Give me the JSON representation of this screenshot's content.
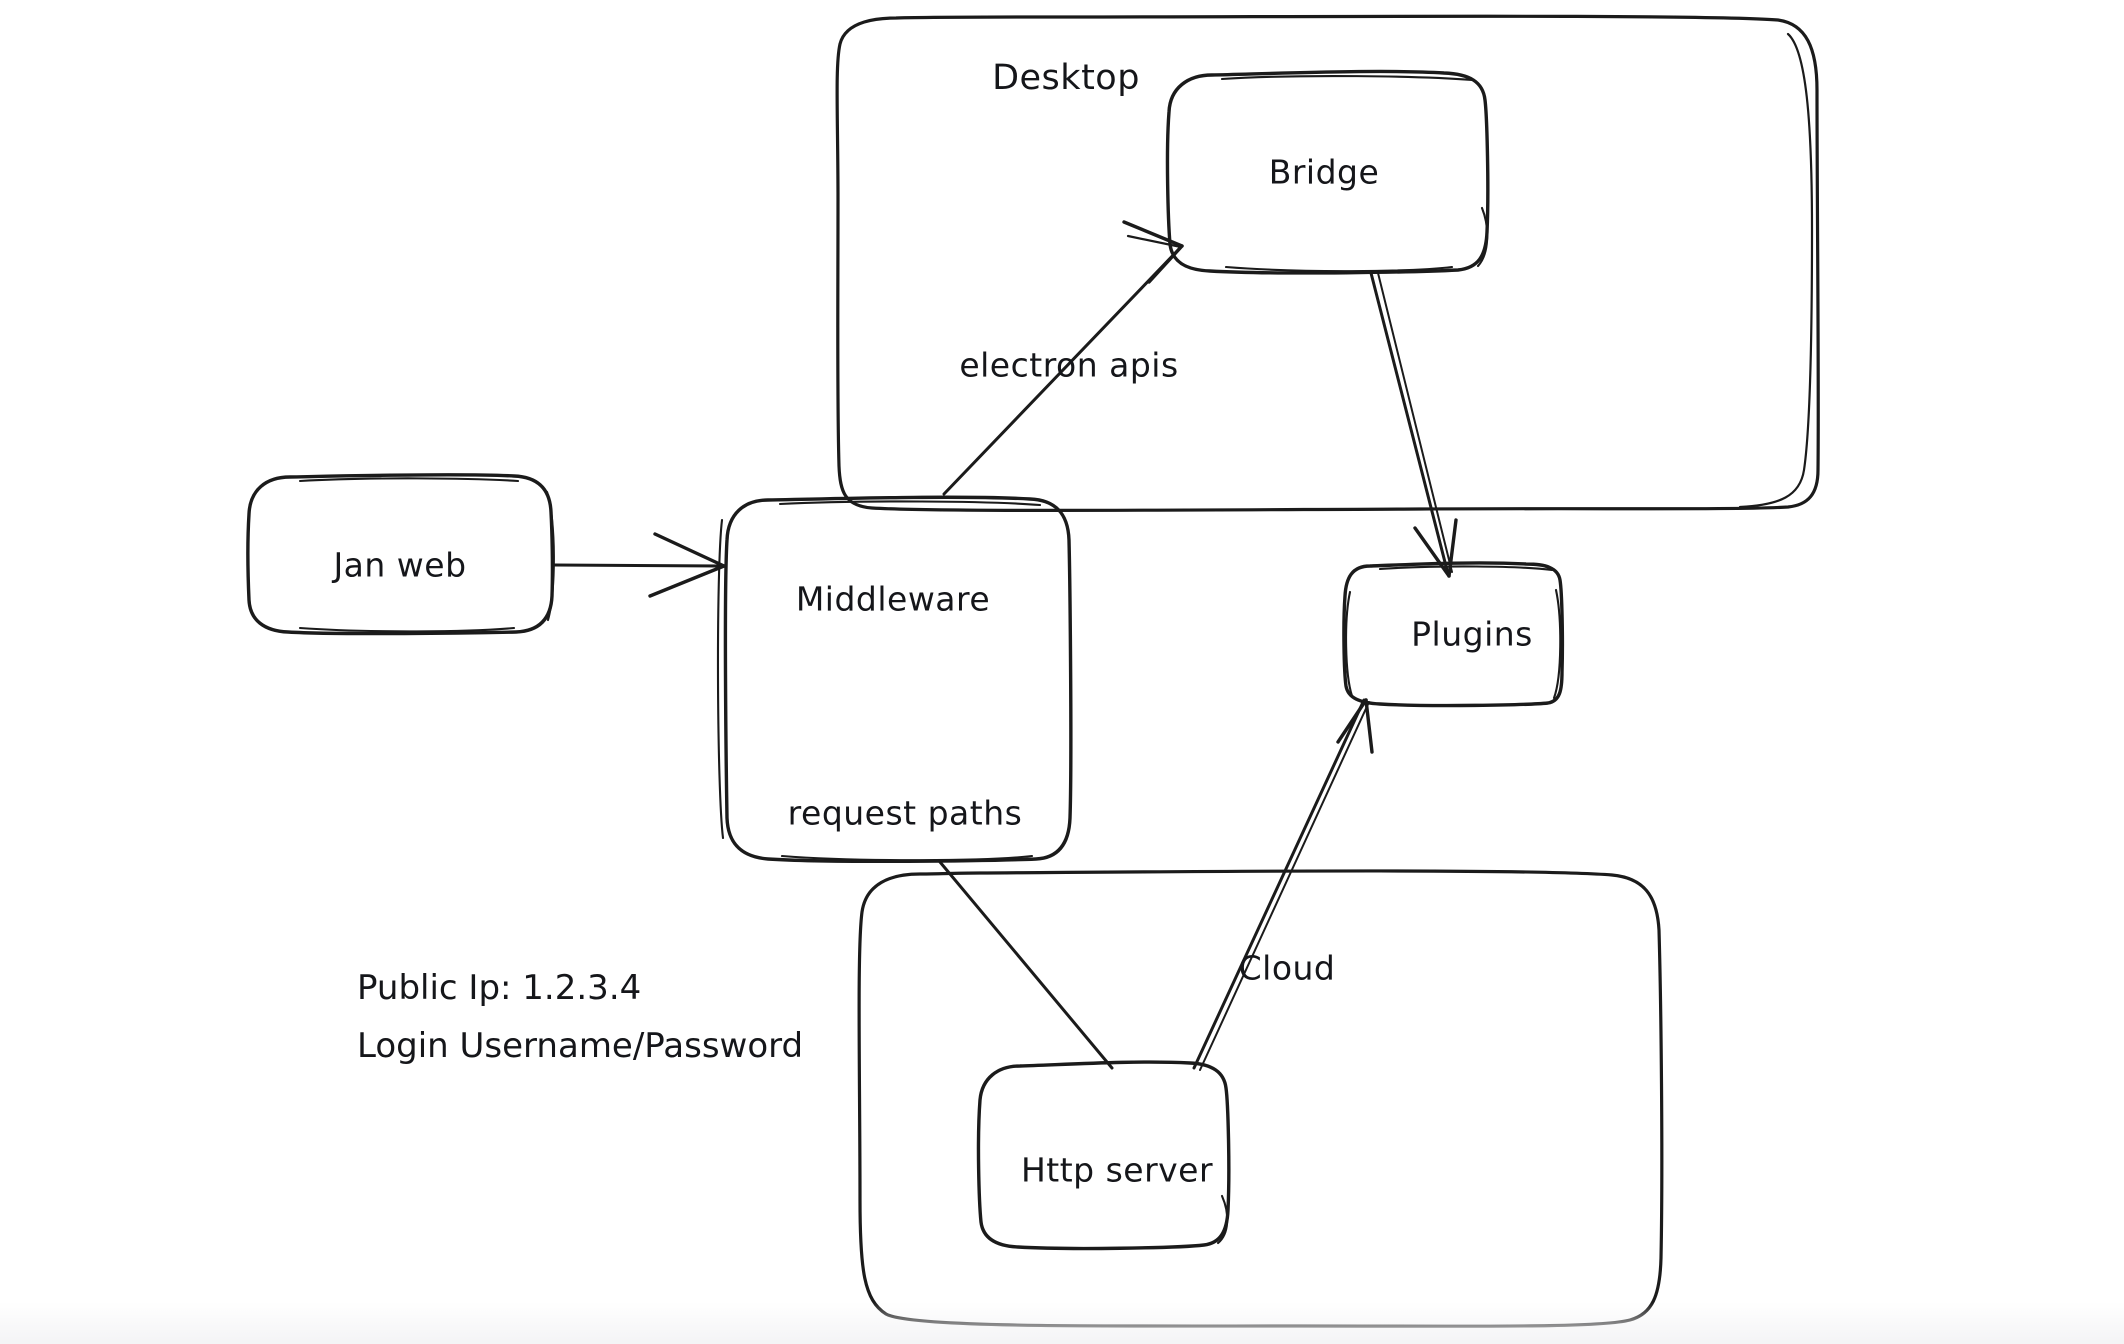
{
  "diagram": {
    "type": "architecture-flow-diagram",
    "style": "hand-drawn sketch (excalidraw-like)",
    "background_color": "#ffffff",
    "stroke_color": "#1b1b1b",
    "groups": [
      {
        "id": "desktop",
        "label": "Desktop",
        "contains": [
          "bridge"
        ]
      },
      {
        "id": "cloud-group",
        "label": "",
        "contains": [
          "http-server"
        ]
      }
    ],
    "nodes": [
      {
        "id": "jan-web",
        "label": "Jan web"
      },
      {
        "id": "middleware",
        "label": "Middleware"
      },
      {
        "id": "bridge",
        "label": "Bridge"
      },
      {
        "id": "plugins",
        "label": "Plugins"
      },
      {
        "id": "http-server",
        "label": "Http server"
      }
    ],
    "edges": [
      {
        "id": "e1",
        "from": "jan-web",
        "to": "middleware",
        "label": "",
        "arrow": true
      },
      {
        "id": "e2",
        "from": "middleware",
        "to": "bridge",
        "label": "electron apis",
        "arrow": true
      },
      {
        "id": "e3",
        "from": "bridge",
        "to": "plugins",
        "label": "",
        "arrow": true
      },
      {
        "id": "e4",
        "from": "middleware",
        "to": "http-server",
        "label": "request paths",
        "arrow": false
      },
      {
        "id": "e5",
        "from": "http-server",
        "to": "plugins",
        "label": "Cloud",
        "arrow": true
      }
    ],
    "edge_labels": {
      "electron_apis": "electron apis",
      "request_paths": "request paths",
      "cloud": "Cloud"
    },
    "notes": {
      "public_ip_line": "Public Ip: 1.2.3.4",
      "login_line": "Login Username/Password"
    }
  }
}
